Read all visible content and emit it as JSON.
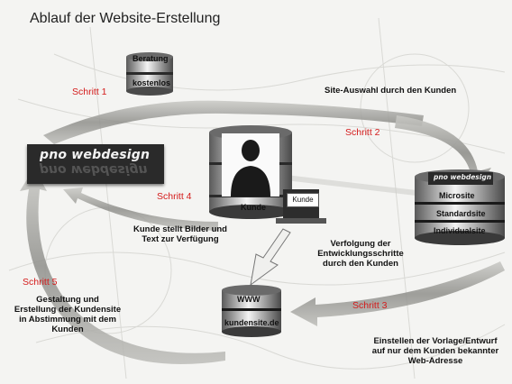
{
  "title": "Ablauf der Website-Erstellung",
  "logo": {
    "text": "pno webdesign"
  },
  "steps": {
    "s1": "Schritt 1",
    "s2": "Schritt 2",
    "s3": "Schritt 3",
    "s4": "Schritt 4",
    "s5": "Schritt 5"
  },
  "databases": {
    "beratung": {
      "top": "Beratung",
      "bottom": "kostenlos"
    },
    "kunde": {
      "label": "Kunde",
      "screen_label": "Kunde"
    },
    "sites": {
      "logo": "pno webdesign",
      "rows": [
        "Microsite",
        "Standardsite",
        "Individualsite"
      ]
    },
    "www": {
      "top": "WWW",
      "bottom": "kundensite.de"
    }
  },
  "notes": {
    "site_auswahl": "Site-Auswahl durch den Kunden",
    "bilder": [
      "Kunde stellt Bilder und",
      "Text zur Verfügung"
    ],
    "verfolgung": [
      "Verfolgung der",
      "Entwicklungsschritte",
      "durch den Kunden"
    ],
    "gestaltung": [
      "Gestaltung und",
      "Erstellung der Kundensite",
      "in Abstimmung mit dem",
      "Kunden"
    ],
    "einstellen": [
      "Einstellen  der Vorlage/Entwurf",
      "auf nur dem Kunden bekannter",
      "Web-Adresse"
    ]
  },
  "colors": {
    "step_red": "#d41b1b",
    "arrow_gray": "#9a9a96",
    "db_dark": "#3a3a3a",
    "db_light": "#e8e8e8"
  }
}
